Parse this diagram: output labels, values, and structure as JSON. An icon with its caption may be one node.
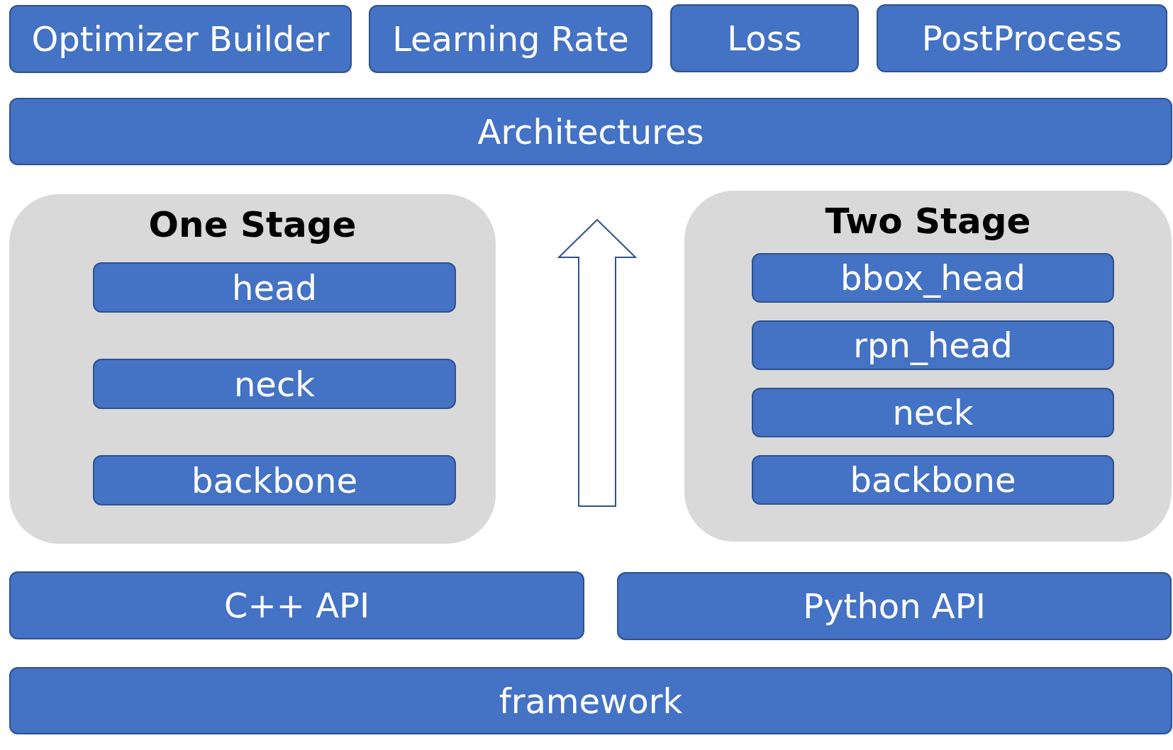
{
  "diagram": {
    "nodes": [
      {
        "text": [
          "Optimizer Builder"
        ]
      },
      {
        "text": [
          "Learning Rate"
        ]
      },
      {
        "text": [
          "Loss"
        ]
      },
      {
        "text": [
          "PostProcess"
        ]
      },
      {
        "text": [
          "Architectures"
        ]
      },
      {
        "text": [
          "One Stage"
        ]
      },
      {
        "text": [
          "head"
        ],
        "in": 5
      },
      {
        "text": [
          "neck"
        ],
        "in": 5
      },
      {
        "text": [
          "backbone"
        ],
        "in": 5
      },
      {
        "text": [
          "Two Stage"
        ]
      },
      {
        "text": [
          "bbox_head"
        ],
        "in": 9
      },
      {
        "text": [
          "rpn_head"
        ],
        "in": 9
      },
      {
        "text": [
          "neck"
        ],
        "in": 9
      },
      {
        "text": [
          "backbone"
        ],
        "in": 9
      },
      {
        "text": [
          "C++ API"
        ]
      },
      {
        "text": [
          "Python API"
        ]
      },
      {
        "text": [
          "framework"
        ]
      }
    ],
    "edges": []
  }
}
